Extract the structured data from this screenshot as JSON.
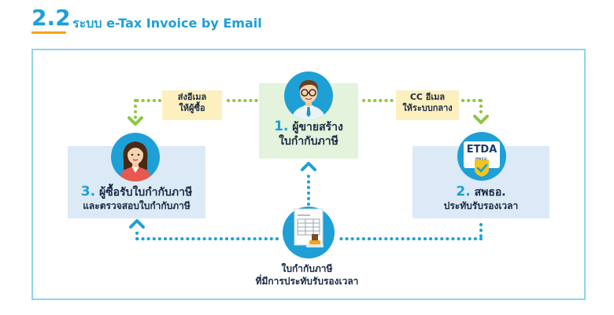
{
  "header": {
    "number": "2.2",
    "title": "ระบบ e-Tax Invoice by Email"
  },
  "seller": {
    "number": "1.",
    "line1": "ผู้ขายสร้าง",
    "line2": "ใบกำกับภาษี"
  },
  "etda": {
    "number": "2.",
    "line1": "สพธอ.",
    "line2": "ประทับรับรองเวลา",
    "logo_text": "ETDA",
    "logo_sub": "สพธอ."
  },
  "buyer": {
    "number": "3.",
    "line1": "ผู้ซื้อรับใบกำกับภาษี",
    "line2": "และตรวจสอบใบกำกับภาษี"
  },
  "note_left": {
    "line1": "ส่งอีเมล",
    "line2": "ให้ผู้ซื้อ"
  },
  "note_right": {
    "line1": "CC อีเมล",
    "line2": "ให้ระบบกลาง"
  },
  "document": {
    "line1": "ใบกำกับภาษี",
    "line2": "ที่มีการประทับรับรองเวลา"
  },
  "colors": {
    "accent": "#1e9fd6",
    "arrow_green": "#8cc63f",
    "note_bg": "#fdf0bf",
    "green_box": "#e3f3dc",
    "blue_box": "#dbeaf6"
  }
}
